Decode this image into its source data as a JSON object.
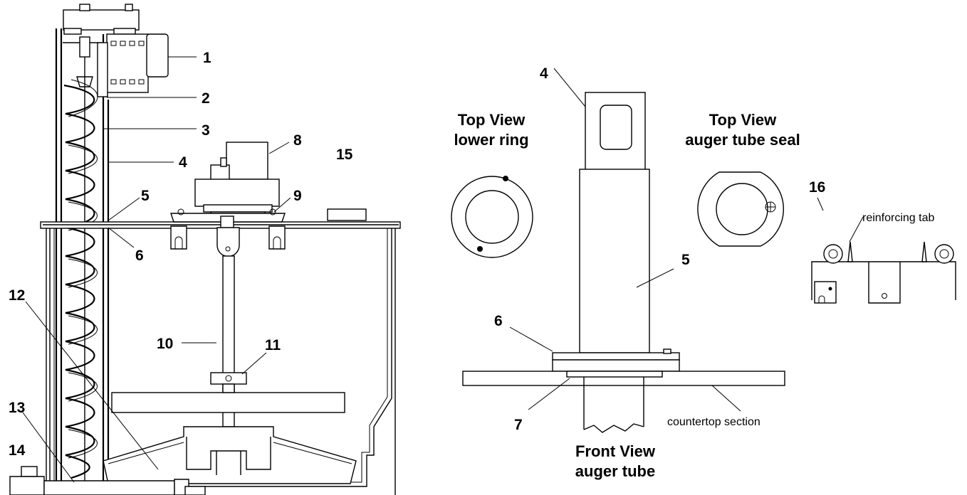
{
  "left_callouts": {
    "n1": "1",
    "n2": "2",
    "n3": "3",
    "n4": "4",
    "n5": "5",
    "n6": "6",
    "n8": "8",
    "n9": "9",
    "n10": "10",
    "n11": "11",
    "n12": "12",
    "n13": "13",
    "n14": "14",
    "n15": "15"
  },
  "center_view": {
    "callouts": {
      "n4": "4",
      "n5": "5",
      "n6": "6",
      "n7": "7"
    },
    "title_line1": "Front View",
    "title_line2": "auger tube",
    "countertop_label": "countertop section"
  },
  "lower_ring_view": {
    "title_line1": "Top View",
    "title_line2": "lower ring"
  },
  "seal_view": {
    "title_line1": "Top View",
    "title_line2": "auger tube seal"
  },
  "tab_view": {
    "callout": "16",
    "label": "reinforcing tab"
  }
}
